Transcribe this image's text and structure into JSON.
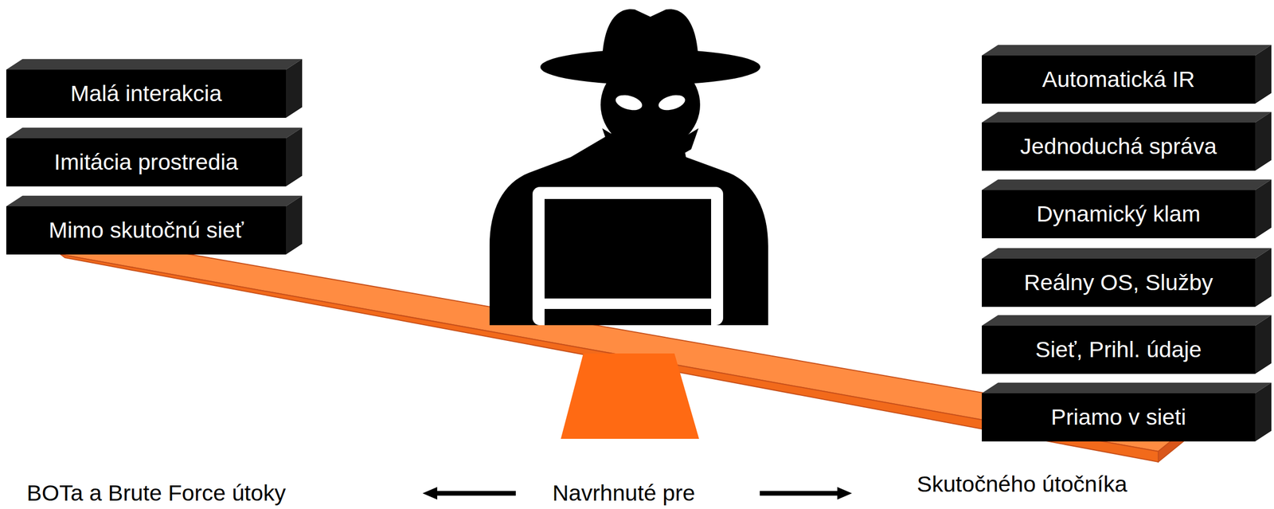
{
  "diagram": {
    "nodes": [
      {
        "text": [
          "Malá interakcia"
        ]
      },
      {
        "text": [
          "Imitácia prostredia"
        ]
      },
      {
        "text": [
          "Mimo skutočnú sieť"
        ]
      },
      {
        "text": [
          "Automatická IR"
        ]
      },
      {
        "text": [
          "Jednoduchá správa"
        ]
      },
      {
        "text": [
          "Dynamický klam"
        ]
      },
      {
        "text": [
          "Reálny OS, Služby"
        ]
      },
      {
        "text": [
          "Sieť, Prihl. údaje"
        ]
      },
      {
        "text": [
          "Priamo v sieti"
        ]
      }
    ],
    "labels": [
      "BOTa a Brute Force útoky",
      "Navrhnuté pre",
      "Skutočného útočníka"
    ]
  }
}
